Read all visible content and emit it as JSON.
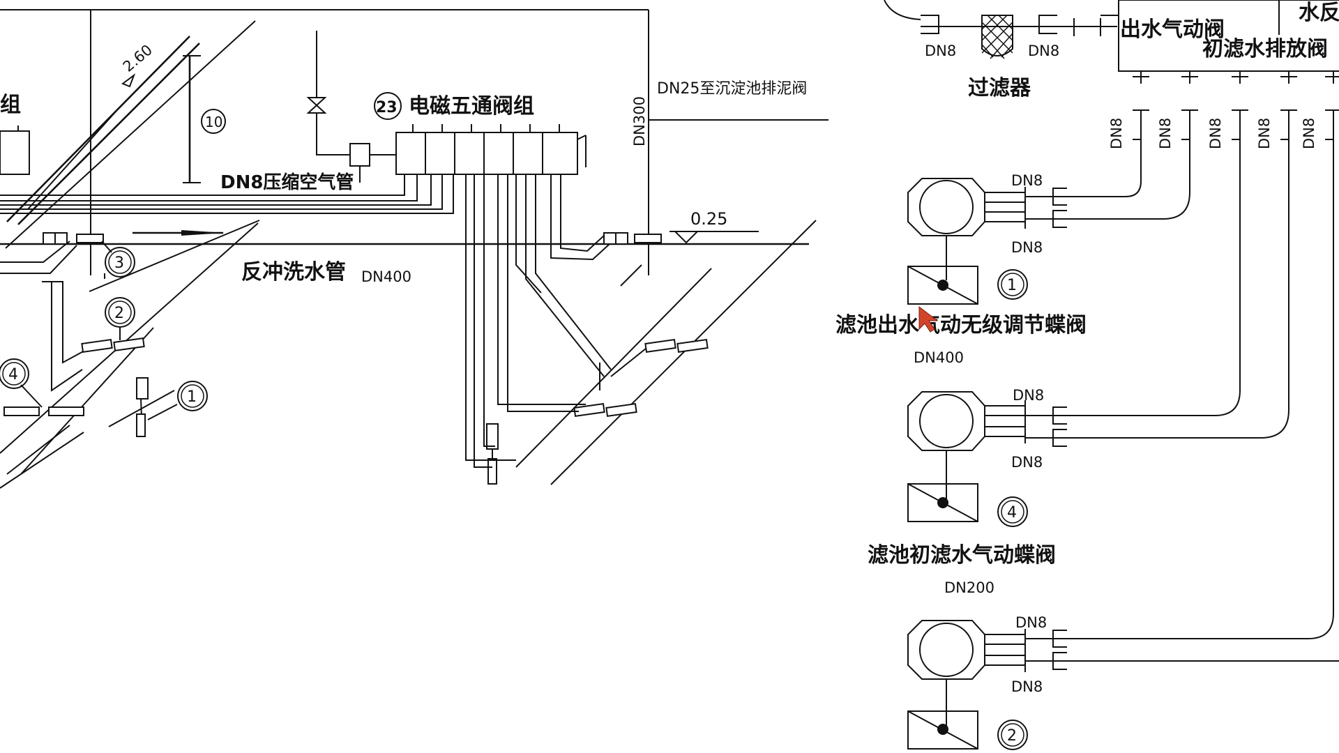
{
  "labels": {
    "group_fragment": "组",
    "slope": "2.60",
    "dim_10": "10",
    "compressed_air": "DN8压缩空气管",
    "callout_23": "23",
    "valve_group": "电磁五通阀组",
    "dn300": "DN300",
    "to_sludge": "DN25至沉淀池排泥阀",
    "level_025": "0.25",
    "backwash_pipe": "反冲洗水管",
    "backwash_dn": "DN400",
    "filter_name": "过滤器",
    "filter_dn_left": "DN8",
    "filter_dn_right": "DN8",
    "outlet_valve_box": "出水气动阀",
    "initial_drain_box": "初滤水排放阀",
    "top_right_fragment": "水反",
    "branch_dn": [
      "DN8",
      "DN8",
      "DN8",
      "DN8",
      "DN8"
    ]
  },
  "markers": [
    "3",
    "2",
    "4",
    "1"
  ],
  "actuators": [
    {
      "dn_top": "DN8",
      "dn_bottom": "DN8",
      "callout": "1",
      "name": "滤池出水气动无级调节蝶阀",
      "size": "DN400"
    },
    {
      "dn_top": "DN8",
      "dn_bottom": "DN8",
      "callout": "4",
      "name": "滤池初滤水气动蝶阀",
      "size": "DN200"
    },
    {
      "dn_top": "DN8",
      "dn_bottom": "DN8",
      "callout": "2",
      "name": "",
      "size": ""
    }
  ],
  "colors": {
    "line": "#111111",
    "background": "#ffffff",
    "cursor": "#d2452b"
  }
}
